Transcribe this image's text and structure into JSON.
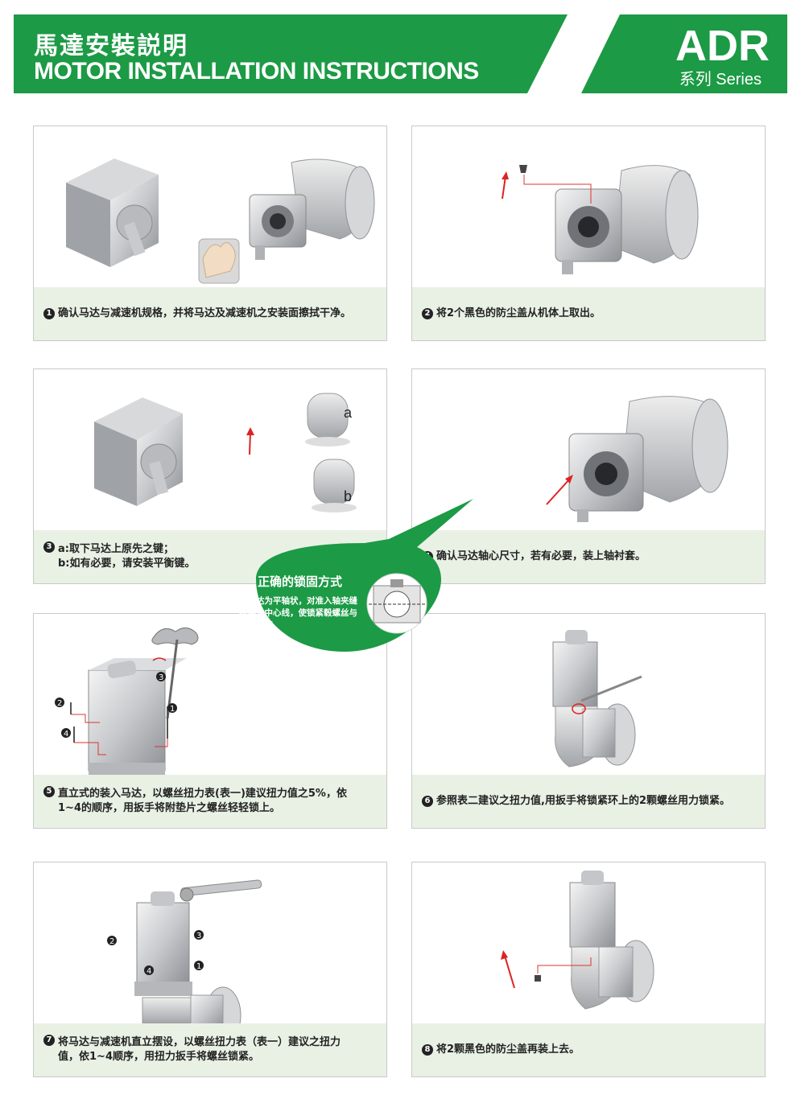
{
  "header": {
    "title_cn": "馬達安裝説明",
    "title_en": "MOTOR INSTALLATION INSTRUCTIONS",
    "model": "ADR",
    "series": "系列 Series",
    "color": "#1c9a45"
  },
  "steps": [
    {
      "num": "1",
      "text": "确认马达与减速机规格，并将马达及减速机之安装面擦拭干净。"
    },
    {
      "num": "2",
      "text": "将2个黑色的防尘盖从机体上取出。"
    },
    {
      "num": "3",
      "text": "a:取下马达上原先之键；\nb:如有必要，请安装平衡键。"
    },
    {
      "num": "4",
      "text": "确认马达轴心尺寸，若有必要，装上轴衬套。"
    },
    {
      "num": "5",
      "text": "直立式的装入马达，以螺丝扭力表(表一)建议扭力值之5%，依\n1~4的顺序，用扳手将附垫片之螺丝轻轻锁上。"
    },
    {
      "num": "6",
      "text": "参照表二建议之扭力值,用扳手将锁紧环上的2颗螺丝用力锁紧。"
    },
    {
      "num": "7",
      "text": "将马达与减速机直立摆设，以螺丝扭力表（表一）建议之扭力\n值，依1~4顺序，用扭力扳手将螺丝锁紧。"
    },
    {
      "num": "8",
      "text": "将2颗黑色的防尘盖再装上去。"
    }
  ],
  "bubble": {
    "title": "正确的锁固方式",
    "text": "当马达为平轴状，对准入轴夹缝在平轴中心线，使锁紧毂螺丝与轴呈垂直。"
  },
  "labels": {
    "a": "a",
    "b": "b",
    "n1": "1",
    "n2": "2",
    "n3": "3",
    "n4": "4"
  }
}
